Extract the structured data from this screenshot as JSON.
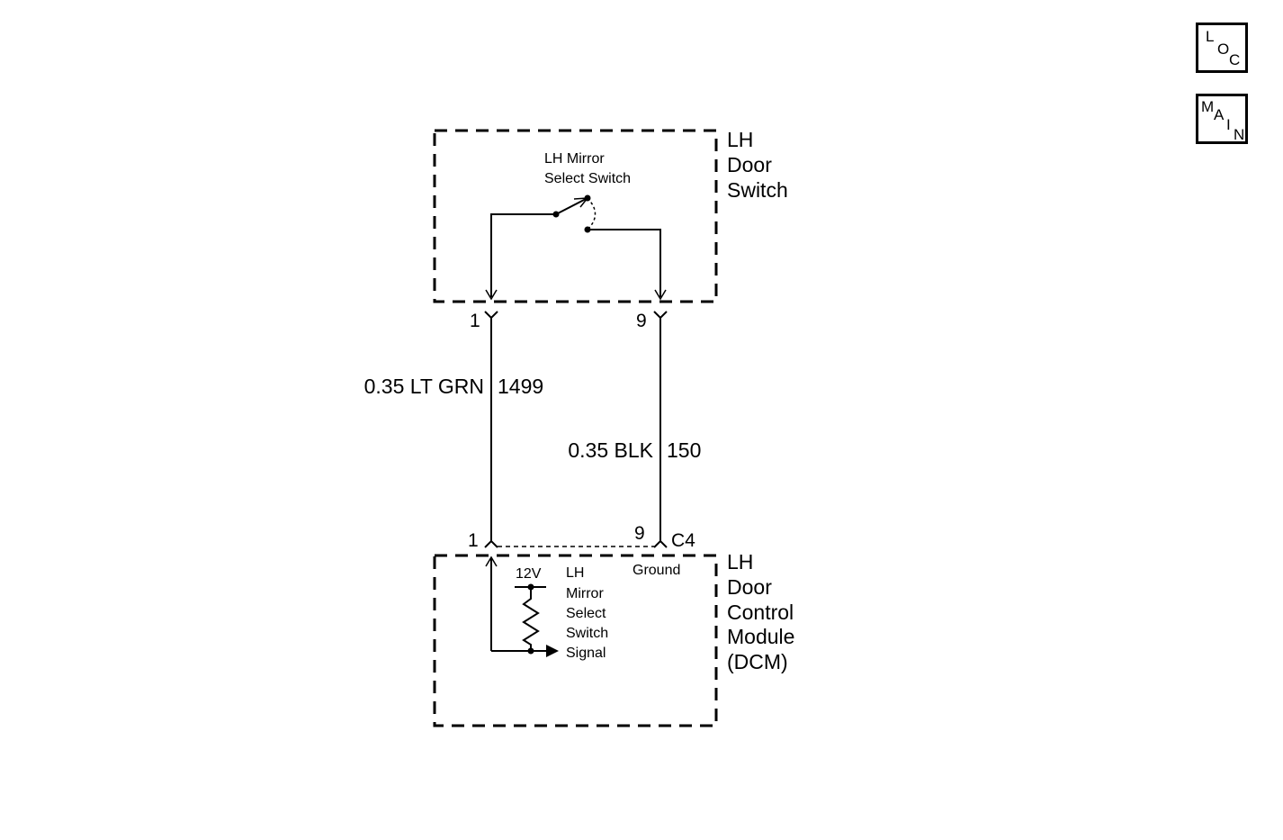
{
  "nav": {
    "loc_letters": [
      "L",
      "O",
      "C"
    ],
    "main_letters": [
      "M",
      "A",
      "I",
      "N"
    ]
  },
  "switch_box": {
    "label_lines": [
      "LH",
      "Door",
      "Switch"
    ],
    "component_lines": [
      "LH Mirror",
      "Select Switch"
    ]
  },
  "wires": [
    {
      "pin_top": "1",
      "pin_bottom": "1",
      "size_color": "0.35 LT GRN",
      "circuit": "1499"
    },
    {
      "pin_top": "9",
      "pin_bottom": "9",
      "size_color": "0.35 BLK",
      "circuit": "150"
    }
  ],
  "connector": "C4",
  "module_box": {
    "label_lines": [
      "LH",
      "Door",
      "Control",
      "Module",
      "(DCM)"
    ],
    "voltage": "12V",
    "signal_lines": [
      "LH",
      "Mirror",
      "Select",
      "Switch",
      "Signal"
    ],
    "ground_label": "Ground"
  }
}
